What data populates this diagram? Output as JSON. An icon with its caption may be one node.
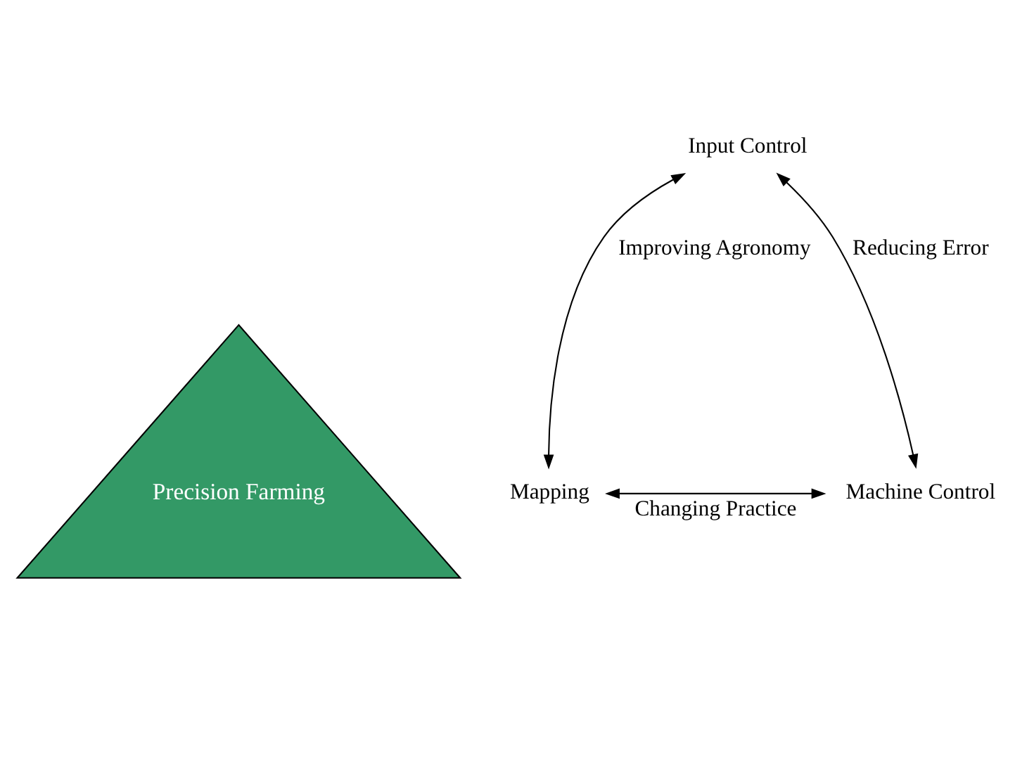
{
  "diagram": {
    "nodes": [
      {
        "text": [
          "Precision Farming"
        ]
      },
      {
        "text": [
          "Input Control"
        ]
      },
      {
        "text": [
          "Mapping"
        ]
      },
      {
        "text": [
          "Machine Control"
        ]
      }
    ],
    "edges": [
      {
        "from": 2,
        "to": 1,
        "arrow": "both",
        "label": "Improving Agronomy"
      },
      {
        "from": 1,
        "to": 3,
        "arrow": "both",
        "label": "Reducing Error"
      },
      {
        "from": 2,
        "to": 3,
        "arrow": "both",
        "label": "Changing Practice"
      }
    ]
  }
}
